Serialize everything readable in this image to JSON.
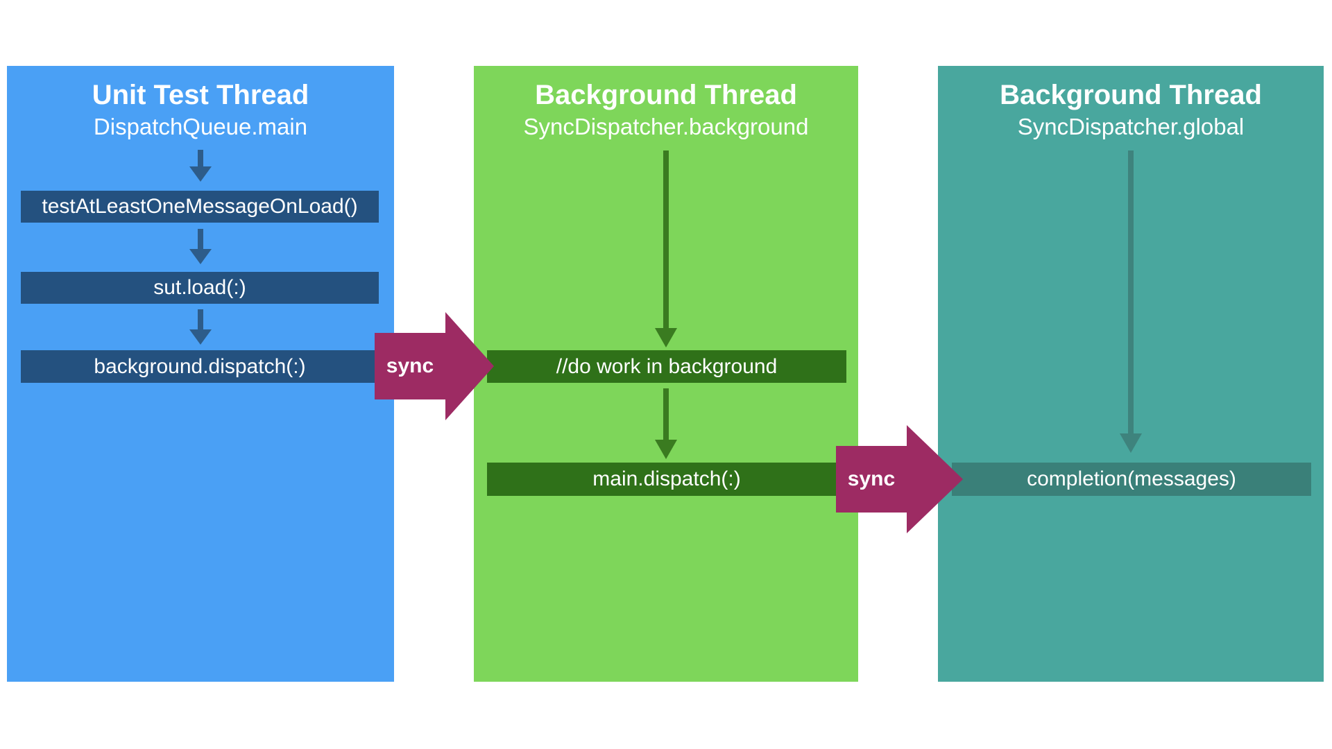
{
  "diagram": {
    "background": "#ffffff",
    "columns": [
      {
        "title": "Unit Test Thread",
        "subtitle": "DispatchQueue.main",
        "bg": "#4AA0F5",
        "node_bg": "#24517F",
        "arrow_color": "#2D5C8A",
        "nodes": [
          "testAtLeastOneMessageOnLoad()",
          "sut.load(:)",
          "background.dispatch(:)"
        ]
      },
      {
        "title": "Background Thread",
        "subtitle": "SyncDispatcher.background",
        "bg": "#7ED65A",
        "node_bg": "#2F7119",
        "arrow_color": "#3A7B20",
        "nodes": [
          "//do work in background",
          "main.dispatch(:)"
        ]
      },
      {
        "title": "Background Thread",
        "subtitle": "SyncDispatcher.global",
        "bg": "#49A79E",
        "node_bg": "#3A8079",
        "arrow_color": "#3E837D",
        "nodes": [
          "completion(messages)"
        ]
      }
    ],
    "sync_arrows": [
      {
        "label": "sync",
        "color": "#9D2B63"
      },
      {
        "label": "sync",
        "color": "#9D2B63"
      }
    ]
  }
}
